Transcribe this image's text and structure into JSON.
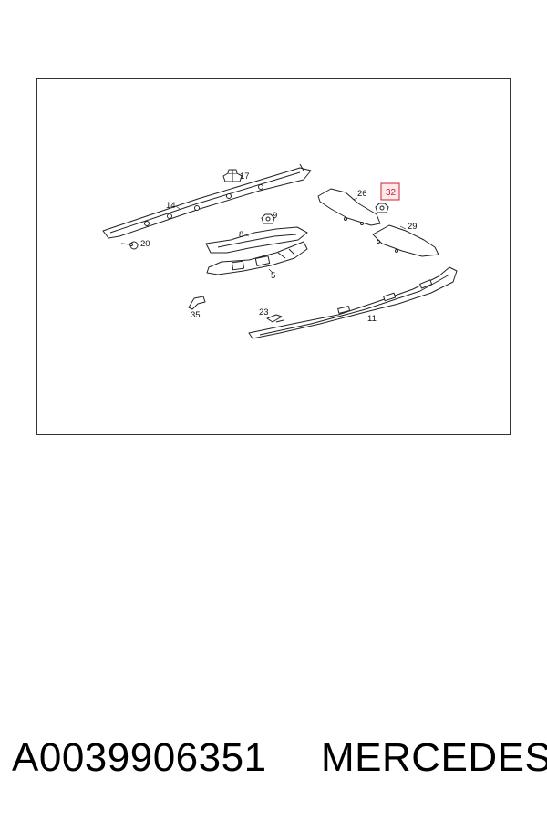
{
  "diagram": {
    "callouts": {
      "c17": "17",
      "c14": "14",
      "c9": "9",
      "c8": "8",
      "c20": "20",
      "c5": "5",
      "c35": "35",
      "c23": "23",
      "c11": "11",
      "c26": "26",
      "c32": "32",
      "c29": "29"
    },
    "highlighted_callout": "32",
    "highlight_color": "#cc2233"
  },
  "footer": {
    "part_number": "A0039906351",
    "brand": "MERCEDES"
  }
}
